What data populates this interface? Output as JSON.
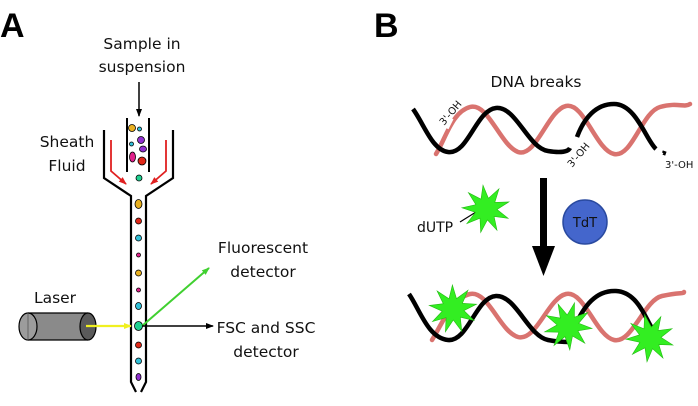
{
  "panels": {
    "a": {
      "label": "A",
      "sample_line1": "Sample in",
      "sample_line2": "suspension",
      "sheath_line1": "Sheath",
      "sheath_line2": "Fluid",
      "laser": "Laser",
      "fluor_line1": "Fluorescent",
      "fluor_line2": "detector",
      "scatter_line1": "FSC and SSC",
      "scatter_line2": "detector",
      "cell_colors_top": [
        "#e8b020",
        "#30c0d8",
        "#9030d0",
        "#30c0d8",
        "#9030d0",
        "#e0208a",
        "#e02818",
        "#20d090"
      ],
      "cell_colors_stream": [
        "#e8b020",
        "#e02818",
        "#30c0d8",
        "#e0208a",
        "#e8b020",
        "#e0208a",
        "#30c0d8",
        "#20d090",
        "#e02818",
        "#30c0d8",
        "#9030d0"
      ]
    },
    "b": {
      "label": "B",
      "title": "DNA breaks",
      "oh_label": "3'-OH",
      "dutp": "dUTP",
      "enzyme": "TdT"
    }
  },
  "colors": {
    "sheath_arrow": "#e02020",
    "laser_beam": "#f0f020",
    "fluor_beam": "#40d030",
    "dna_strand_black": "#000000",
    "dna_strand_pink": "#d9736f",
    "star_green": "#33ee22",
    "enzyme_blue": "#4466cc"
  }
}
